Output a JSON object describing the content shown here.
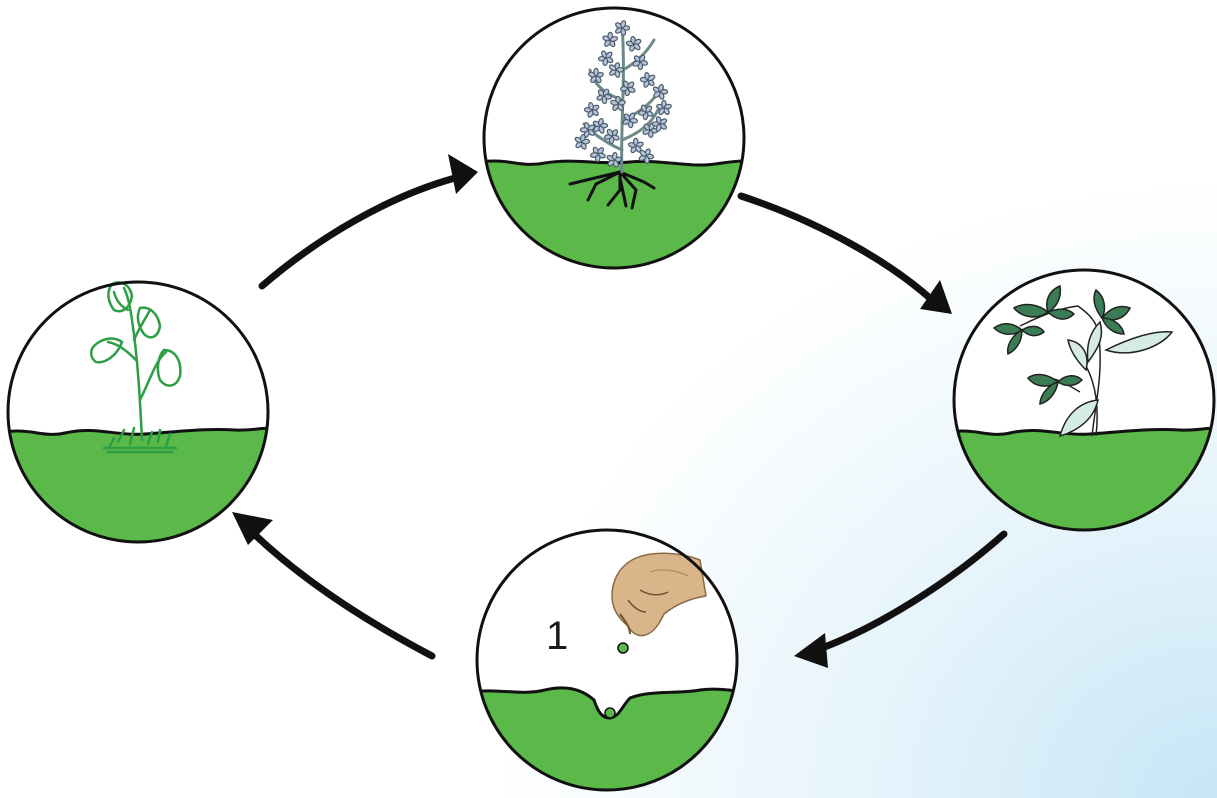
{
  "diagram": {
    "colors": {
      "soil": "#5ab948",
      "outline": "#111111",
      "arrow": "#111111",
      "seed": "#5ab948",
      "seedling_leaf": "#d4ece3",
      "seedling_bud": "#3a7d55",
      "flowering_stem": "#6d8a88",
      "flower": "#b7c4da",
      "wilting_plant": "#2e9e45",
      "hand": "#d9b58a"
    },
    "stages": [
      {
        "id": "sowing",
        "label": "1",
        "icon": "hand-sowing-seed-icon"
      },
      {
        "id": "seedling",
        "label": "",
        "icon": "young-plant-icon"
      },
      {
        "id": "flowering",
        "label": "",
        "icon": "flowering-plant-icon"
      },
      {
        "id": "wilting",
        "label": "",
        "icon": "wilting-plant-icon"
      }
    ]
  }
}
